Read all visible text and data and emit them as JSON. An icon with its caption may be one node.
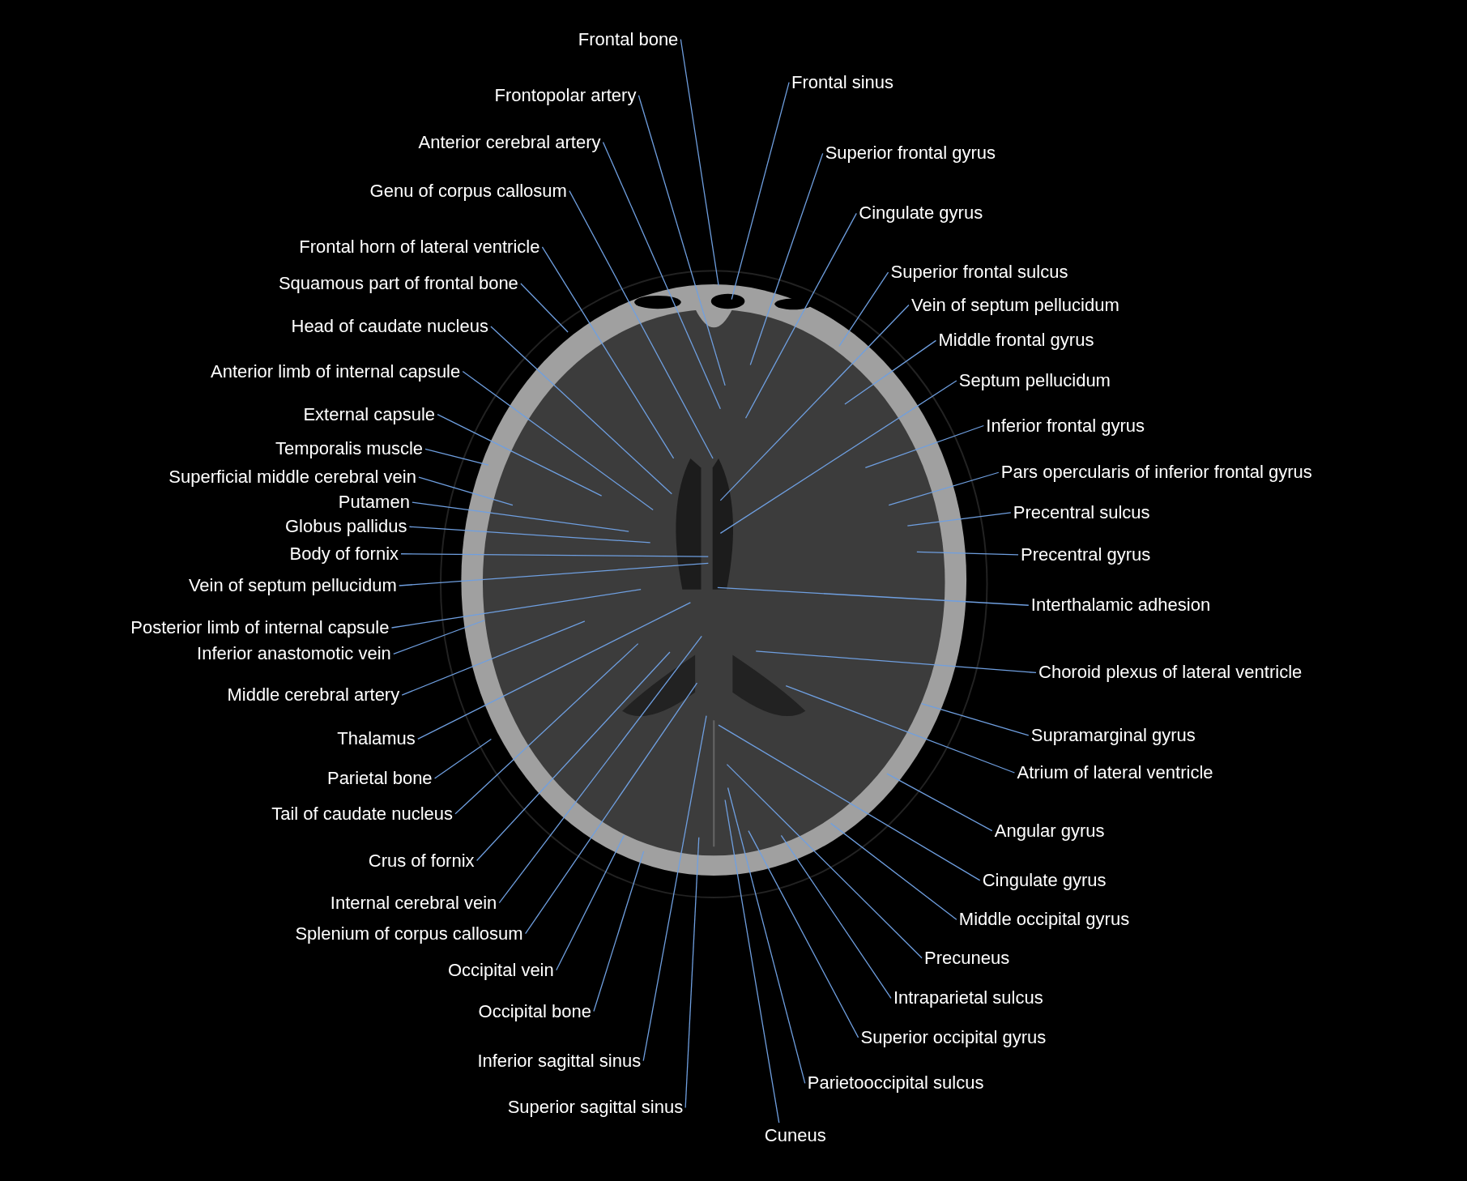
{
  "diagram": {
    "nodes": [
      {
        "text": [
          "Frontal bone"
        ]
      },
      {
        "text": [
          "Frontopolar artery"
        ]
      },
      {
        "text": [
          "Anterior cerebral artery"
        ]
      },
      {
        "text": [
          "Genu of corpus callosum"
        ]
      },
      {
        "text": [
          "Frontal horn of lateral ventricle"
        ]
      },
      {
        "text": [
          "Squamous part of frontal bone"
        ]
      },
      {
        "text": [
          "Head of caudate nucleus"
        ]
      },
      {
        "text": [
          "Anterior limb of internal capsule"
        ]
      },
      {
        "text": [
          "External capsule"
        ]
      },
      {
        "text": [
          "Temporalis muscle"
        ]
      },
      {
        "text": [
          "Superficial middle cerebral vein"
        ]
      },
      {
        "text": [
          "Putamen"
        ]
      },
      {
        "text": [
          "Globus pallidus"
        ]
      },
      {
        "text": [
          "Body of fornix"
        ]
      },
      {
        "text": [
          "Vein of septum pellucidum"
        ]
      },
      {
        "text": [
          "Posterior limb of internal capsule"
        ]
      },
      {
        "text": [
          "Inferior anastomotic vein"
        ]
      },
      {
        "text": [
          "Middle cerebral artery"
        ]
      },
      {
        "text": [
          "Thalamus"
        ]
      },
      {
        "text": [
          "Parietal bone"
        ]
      },
      {
        "text": [
          "Tail of caudate nucleus"
        ]
      },
      {
        "text": [
          "Crus of fornix"
        ]
      },
      {
        "text": [
          "Internal cerebral vein"
        ]
      },
      {
        "text": [
          "Splenium of corpus callosum"
        ]
      },
      {
        "text": [
          "Occipital vein"
        ]
      },
      {
        "text": [
          "Occipital bone"
        ]
      },
      {
        "text": [
          "Inferior sagittal sinus"
        ]
      },
      {
        "text": [
          "Superior sagittal sinus"
        ]
      },
      {
        "text": [
          "Cuneus"
        ]
      },
      {
        "text": [
          "Parietooccipital sulcus"
        ]
      },
      {
        "text": [
          "Superior occipital gyrus"
        ]
      },
      {
        "text": [
          "Intraparietal sulcus"
        ]
      },
      {
        "text": [
          "Precuneus"
        ]
      },
      {
        "text": [
          "Middle occipital gyrus"
        ]
      },
      {
        "text": [
          "Cingulate gyrus"
        ]
      },
      {
        "text": [
          "Angular gyrus"
        ]
      },
      {
        "text": [
          "Atrium of lateral ventricle"
        ]
      },
      {
        "text": [
          "Supramarginal gyrus"
        ]
      },
      {
        "text": [
          "Choroid plexus of lateral ventricle"
        ]
      },
      {
        "text": [
          "Interthalamic adhesion"
        ]
      },
      {
        "text": [
          "Precentral gyrus"
        ]
      },
      {
        "text": [
          "Precentral sulcus"
        ]
      },
      {
        "text": [
          "Pars opercularis of inferior frontal gyrus"
        ]
      },
      {
        "text": [
          "Inferior frontal gyrus"
        ]
      },
      {
        "text": [
          "Septum pellucidum"
        ]
      },
      {
        "text": [
          "Middle frontal gyrus"
        ]
      },
      {
        "text": [
          "Vein of septum pellucidum"
        ]
      },
      {
        "text": [
          "Superior frontal sulcus"
        ]
      },
      {
        "text": [
          "Cingulate gyrus"
        ]
      },
      {
        "text": [
          "Superior frontal gyrus"
        ]
      },
      {
        "text": [
          "Frontal sinus"
        ]
      }
    ],
    "edges": [
      {
        "from": 0,
        "to": null,
        "arrow": "none"
      },
      {
        "from": 1,
        "to": null,
        "arrow": "none"
      },
      {
        "from": 2,
        "to": null,
        "arrow": "none"
      },
      {
        "from": 3,
        "to": null,
        "arrow": "none"
      },
      {
        "from": 4,
        "to": null,
        "arrow": "none"
      },
      {
        "from": 5,
        "to": null,
        "arrow": "none"
      },
      {
        "from": 6,
        "to": null,
        "arrow": "none"
      },
      {
        "from": 7,
        "to": null,
        "arrow": "none"
      },
      {
        "from": 8,
        "to": null,
        "arrow": "none"
      },
      {
        "from": 9,
        "to": null,
        "arrow": "none"
      },
      {
        "from": 10,
        "to": null,
        "arrow": "none"
      },
      {
        "from": 11,
        "to": null,
        "arrow": "none"
      },
      {
        "from": 12,
        "to": null,
        "arrow": "none"
      },
      {
        "from": 13,
        "to": null,
        "arrow": "none"
      },
      {
        "from": 14,
        "to": null,
        "arrow": "none"
      },
      {
        "from": 15,
        "to": null,
        "arrow": "none"
      },
      {
        "from": 16,
        "to": null,
        "arrow": "none"
      },
      {
        "from": 17,
        "to": null,
        "arrow": "none"
      },
      {
        "from": 18,
        "to": null,
        "arrow": "none"
      },
      {
        "from": 19,
        "to": null,
        "arrow": "none"
      },
      {
        "from": 20,
        "to": null,
        "arrow": "none"
      },
      {
        "from": 21,
        "to": null,
        "arrow": "none"
      },
      {
        "from": 22,
        "to": null,
        "arrow": "none"
      },
      {
        "from": 23,
        "to": null,
        "arrow": "none"
      },
      {
        "from": 24,
        "to": null,
        "arrow": "none"
      },
      {
        "from": 25,
        "to": null,
        "arrow": "none"
      },
      {
        "from": 26,
        "to": null,
        "arrow": "none"
      },
      {
        "from": 27,
        "to": null,
        "arrow": "none"
      },
      {
        "from": 28,
        "to": null,
        "arrow": "none"
      },
      {
        "from": 29,
        "to": null,
        "arrow": "none"
      },
      {
        "from": 30,
        "to": null,
        "arrow": "none"
      },
      {
        "from": 31,
        "to": null,
        "arrow": "none"
      },
      {
        "from": 32,
        "to": null,
        "arrow": "none"
      },
      {
        "from": 33,
        "to": null,
        "arrow": "none"
      },
      {
        "from": 34,
        "to": null,
        "arrow": "none"
      },
      {
        "from": 35,
        "to": null,
        "arrow": "none"
      },
      {
        "from": 36,
        "to": null,
        "arrow": "none"
      },
      {
        "from": 37,
        "to": null,
        "arrow": "none"
      },
      {
        "from": 38,
        "to": null,
        "arrow": "none"
      },
      {
        "from": 39,
        "to": null,
        "arrow": "none"
      },
      {
        "from": 40,
        "to": null,
        "arrow": "none"
      },
      {
        "from": 41,
        "to": null,
        "arrow": "none"
      },
      {
        "from": 42,
        "to": null,
        "arrow": "none"
      },
      {
        "from": 43,
        "to": null,
        "arrow": "none"
      },
      {
        "from": 44,
        "to": null,
        "arrow": "none"
      },
      {
        "from": 45,
        "to": null,
        "arrow": "none"
      },
      {
        "from": 46,
        "to": null,
        "arrow": "none"
      },
      {
        "from": 47,
        "to": null,
        "arrow": "none"
      },
      {
        "from": 48,
        "to": null,
        "arrow": "none"
      },
      {
        "from": 49,
        "to": null,
        "arrow": "none"
      },
      {
        "from": 50,
        "to": null,
        "arrow": "none"
      }
    ]
  }
}
